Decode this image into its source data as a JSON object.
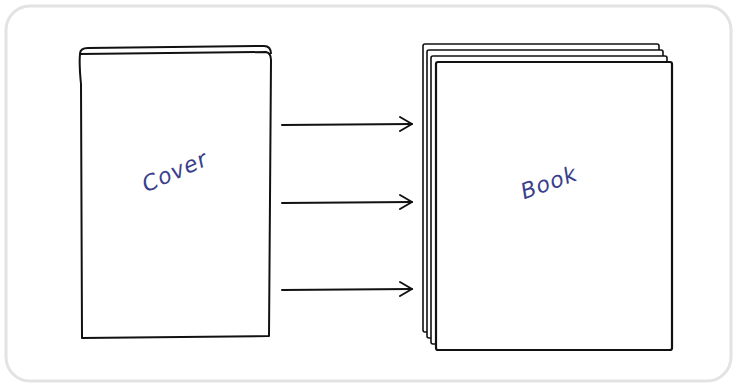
{
  "diagram": {
    "nodes": [
      {
        "text": [
          "Cover"
        ]
      },
      {
        "text": [
          "Book"
        ]
      }
    ],
    "edges": [
      {
        "from": 0,
        "to": 1,
        "arrow": "to"
      },
      {
        "from": 0,
        "to": 1,
        "arrow": "to"
      },
      {
        "from": 0,
        "to": 1,
        "arrow": "to"
      }
    ]
  }
}
